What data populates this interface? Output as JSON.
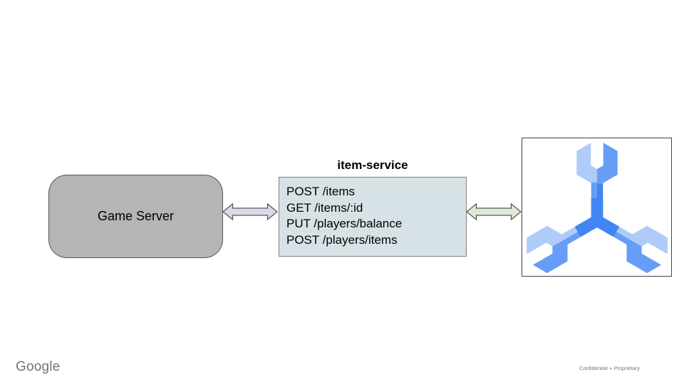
{
  "diagram": {
    "game_server": {
      "label": "Game Server"
    },
    "item_service": {
      "title": "item-service",
      "endpoints": [
        "POST /items",
        "GET /items/:id",
        "PUT /players/balance",
        "POST /players/items"
      ]
    },
    "database": {
      "icon": "cloud-spanner-icon"
    },
    "colors": {
      "game_server_fill": "#b5b5b5",
      "item_service_fill": "#d6e2e5",
      "arrow_left_fill": "#ddd7ec",
      "arrow_right_fill": "#dcead7",
      "arrow_stroke": "#595959",
      "spanner_light": "#aecbfa",
      "spanner_medium": "#669df6",
      "spanner_dark": "#4285f4"
    }
  },
  "footer": {
    "brand": "Google",
    "confidentiality": "Confidential + Proprietary"
  }
}
